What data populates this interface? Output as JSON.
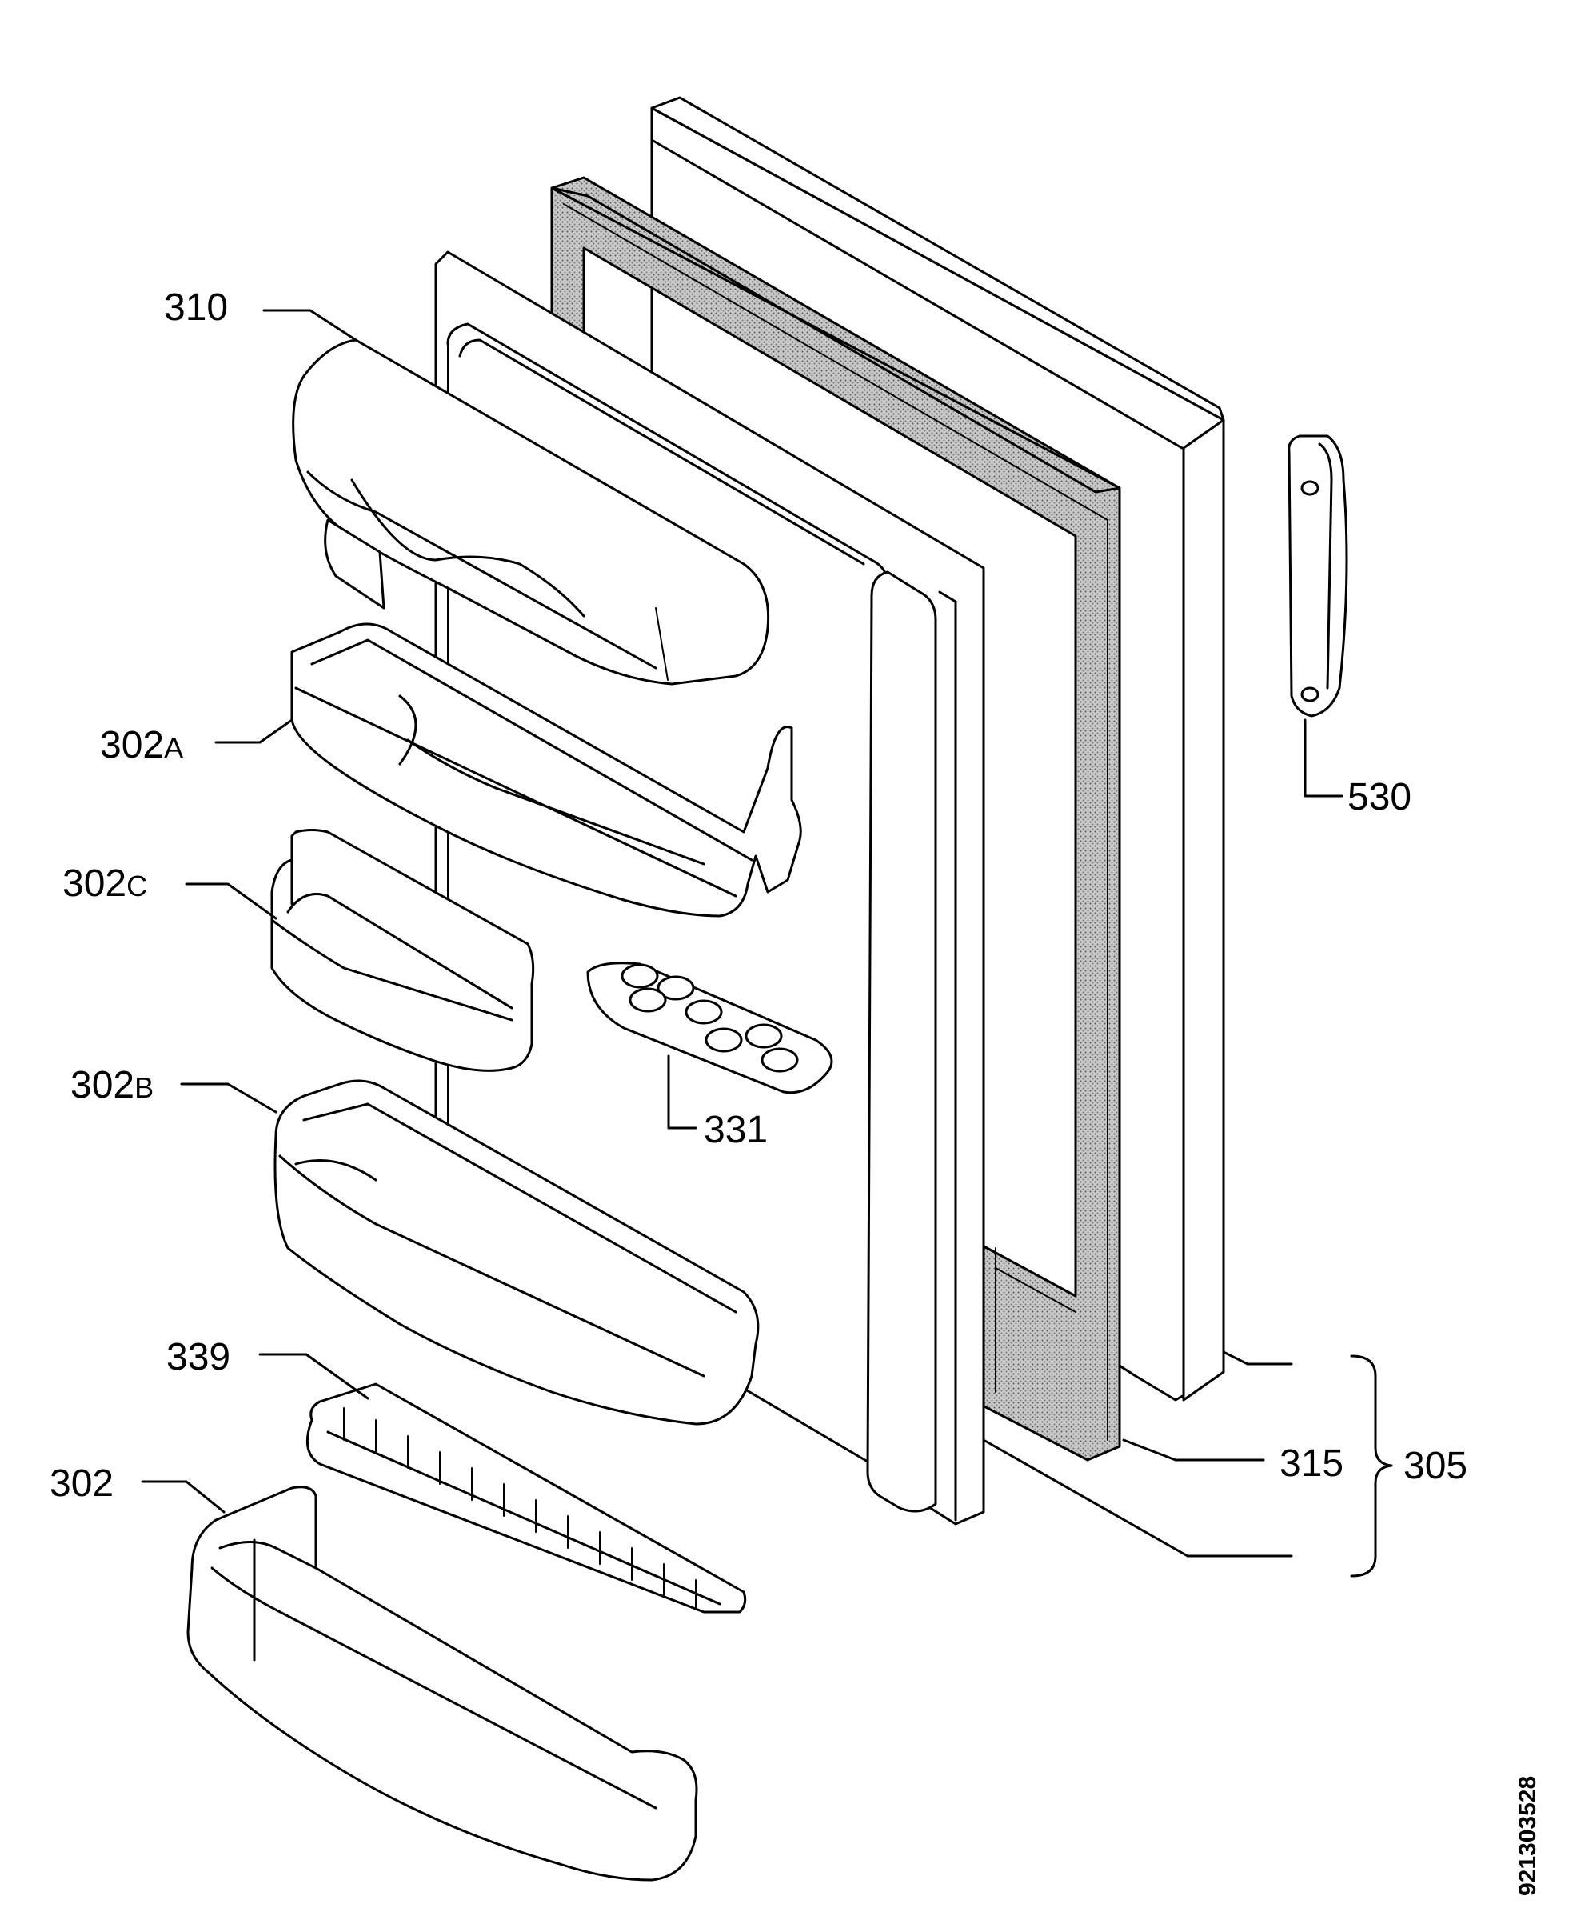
{
  "colors": {
    "ink": "#000000",
    "paper": "#ffffff",
    "gasket_fill": "#9a9a9a"
  },
  "labels": {
    "l310": "310",
    "l302a_num": "302",
    "l302a_sub": "A",
    "l302c_num": "302",
    "l302c_sub": "C",
    "l302b_num": "302",
    "l302b_sub": "B",
    "l339": "339",
    "l302": "302",
    "l331": "331",
    "l530": "530",
    "l315": "315",
    "l305": "305"
  },
  "document_id": "921303528"
}
